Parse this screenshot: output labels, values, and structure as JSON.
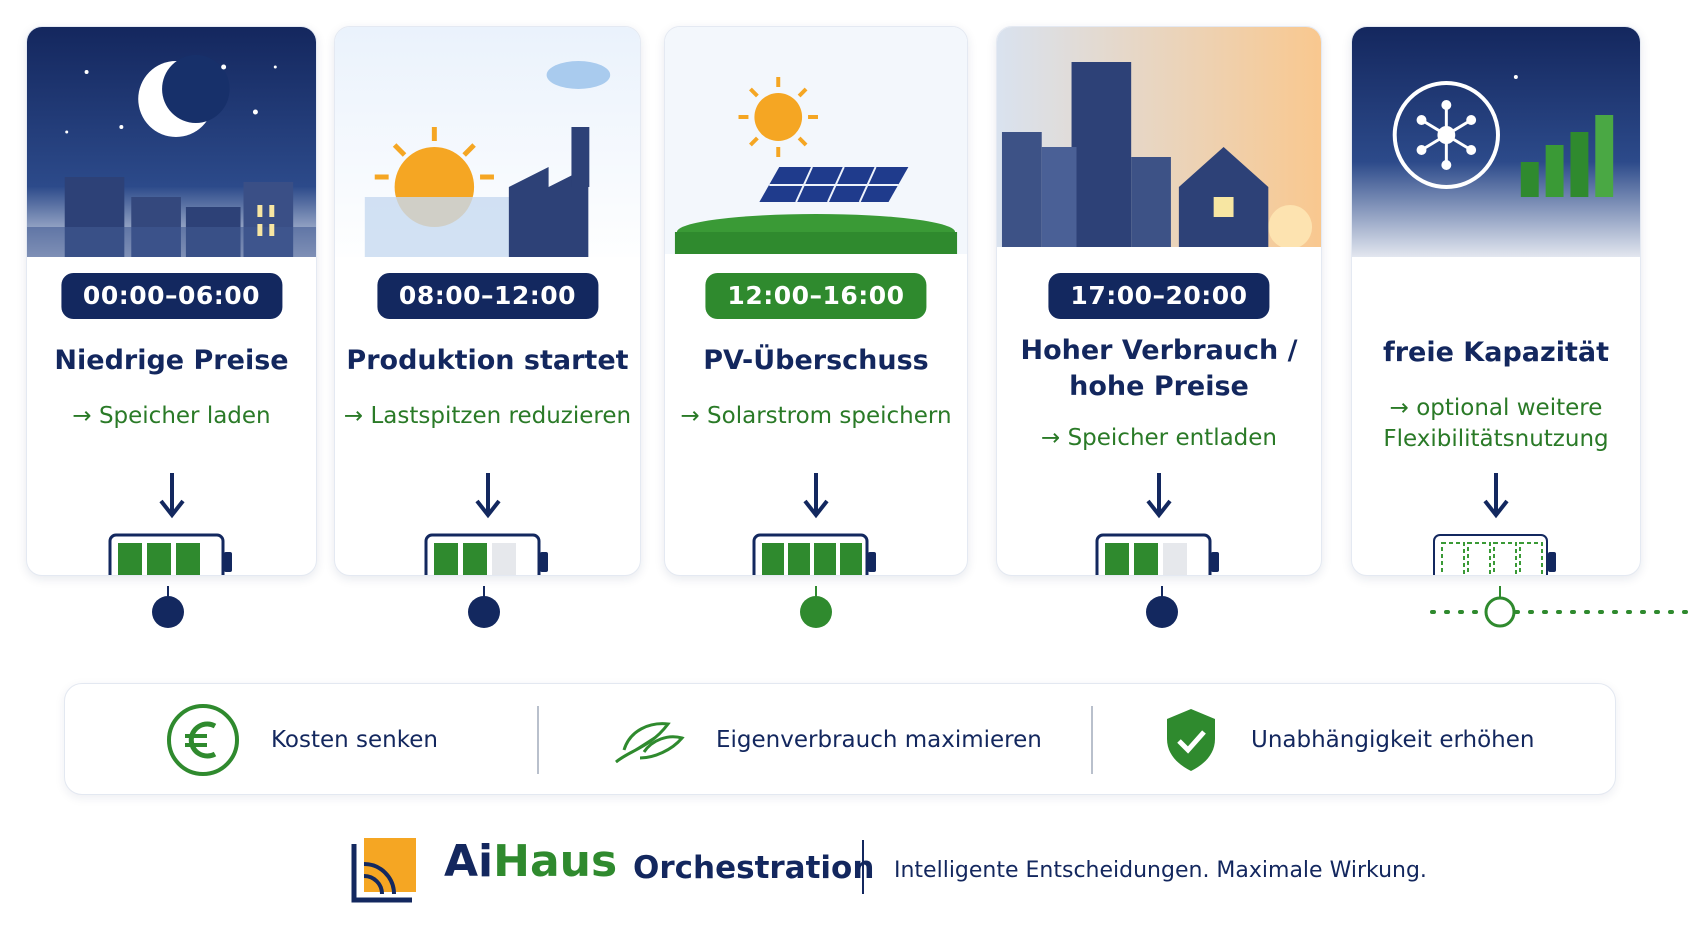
{
  "stages": [
    {
      "time": "00:00–06:00",
      "title_line1": "Niedrige Preise",
      "title_line2": "",
      "action_line1": "→ Speicher laden",
      "action_line2": "",
      "battery_level": "3/4"
    },
    {
      "time": "08:00–12:00",
      "title_line1": "Produktion startet",
      "title_line2": "",
      "action_line1": "→ Lastspitzen reduzieren",
      "action_line2": "",
      "battery_level": "2/4"
    },
    {
      "time": "12:00–16:00",
      "title_line1": "PV-Überschuss",
      "title_line2": "",
      "action_line1": "→ Solarstrom speichern",
      "action_line2": "",
      "battery_level": "4/4"
    },
    {
      "time": "17:00–20:00",
      "title_line1": "Hoher Verbrauch /",
      "title_line2": "hohe Preise",
      "action_line1": "→ Speicher entladen",
      "action_line2": "",
      "battery_level": "2/4"
    },
    {
      "time": "",
      "title_line1": "freie Kapazität",
      "title_line2": "",
      "action_line1": "→ optional weitere",
      "action_line2": "Flexibilitätsnutzung",
      "battery_level": "0/4"
    }
  ],
  "benefits": [
    {
      "label": "Kosten senken",
      "icon": "euro-icon"
    },
    {
      "label": "Eigenverbrauch maximieren",
      "icon": "leaf-icon"
    },
    {
      "label": "Unabhängigkeit erhöhen",
      "icon": "shield-check-icon"
    }
  ],
  "footer": {
    "brand_ai": "Ai",
    "brand_haus": "Haus",
    "brand_sub": "Orchestration",
    "tagline": "Intelligente Entscheidungen. Maximale Wirkung."
  },
  "colors": {
    "navy": "#13285f",
    "green": "#2f8a2e",
    "light_green": "#3a9a36",
    "orange": "#f5a623"
  }
}
